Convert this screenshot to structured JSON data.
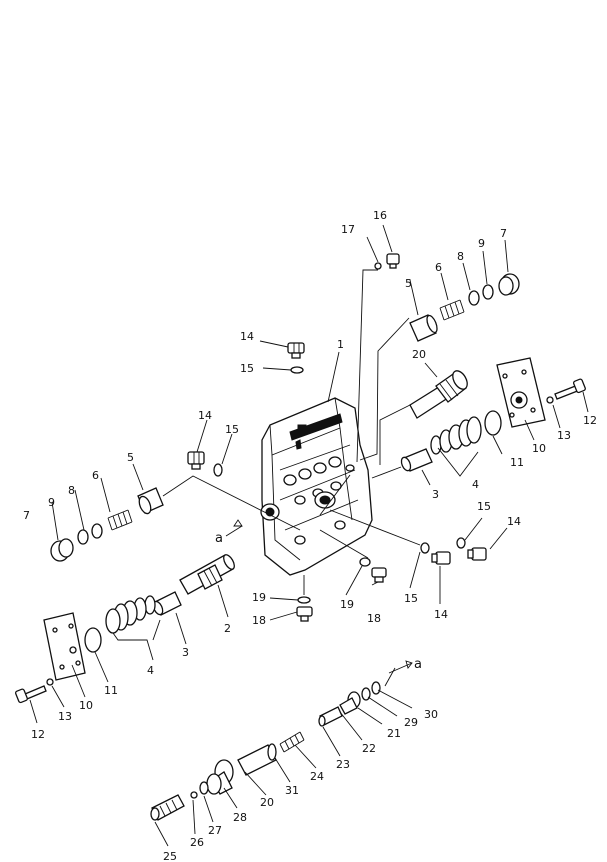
{
  "diagram": {
    "callouts": [
      {
        "id": "c1",
        "text": "1"
      },
      {
        "id": "c2",
        "text": "2"
      },
      {
        "id": "c3a",
        "text": "3"
      },
      {
        "id": "c3b",
        "text": "3"
      },
      {
        "id": "c4a",
        "text": "4"
      },
      {
        "id": "c4b",
        "text": "4"
      },
      {
        "id": "c5a",
        "text": "5"
      },
      {
        "id": "c5b",
        "text": "5"
      },
      {
        "id": "c6a",
        "text": "6"
      },
      {
        "id": "c6b",
        "text": "6"
      },
      {
        "id": "c7a",
        "text": "7"
      },
      {
        "id": "c7b",
        "text": "7"
      },
      {
        "id": "c8a",
        "text": "8"
      },
      {
        "id": "c8b",
        "text": "8"
      },
      {
        "id": "c9a",
        "text": "9"
      },
      {
        "id": "c9b",
        "text": "9"
      },
      {
        "id": "c10a",
        "text": "10"
      },
      {
        "id": "c10b",
        "text": "10"
      },
      {
        "id": "c11a",
        "text": "11"
      },
      {
        "id": "c11b",
        "text": "11"
      },
      {
        "id": "c12a",
        "text": "12"
      },
      {
        "id": "c12b",
        "text": "12"
      },
      {
        "id": "c13a",
        "text": "13"
      },
      {
        "id": "c13b",
        "text": "13"
      },
      {
        "id": "c14a",
        "text": "14"
      },
      {
        "id": "c14b",
        "text": "14"
      },
      {
        "id": "c14c",
        "text": "14"
      },
      {
        "id": "c14d",
        "text": "14"
      },
      {
        "id": "c15a",
        "text": "15"
      },
      {
        "id": "c15b",
        "text": "15"
      },
      {
        "id": "c15c",
        "text": "15"
      },
      {
        "id": "c15d",
        "text": "15"
      },
      {
        "id": "c16",
        "text": "16"
      },
      {
        "id": "c17",
        "text": "17"
      },
      {
        "id": "c18a",
        "text": "18"
      },
      {
        "id": "c18b",
        "text": "18"
      },
      {
        "id": "c19a",
        "text": "19"
      },
      {
        "id": "c19b",
        "text": "19"
      },
      {
        "id": "c20a",
        "text": "20"
      },
      {
        "id": "c20b",
        "text": "20"
      },
      {
        "id": "c21",
        "text": "21"
      },
      {
        "id": "c22",
        "text": "22"
      },
      {
        "id": "c23",
        "text": "23"
      },
      {
        "id": "c24",
        "text": "24"
      },
      {
        "id": "c25",
        "text": "25"
      },
      {
        "id": "c26",
        "text": "26"
      },
      {
        "id": "c27",
        "text": "27"
      },
      {
        "id": "c28",
        "text": "28"
      },
      {
        "id": "c29",
        "text": "29"
      },
      {
        "id": "c30",
        "text": "30"
      },
      {
        "id": "c31",
        "text": "31"
      },
      {
        "id": "ca1",
        "text": "a"
      },
      {
        "id": "ca2",
        "text": "a"
      }
    ]
  }
}
